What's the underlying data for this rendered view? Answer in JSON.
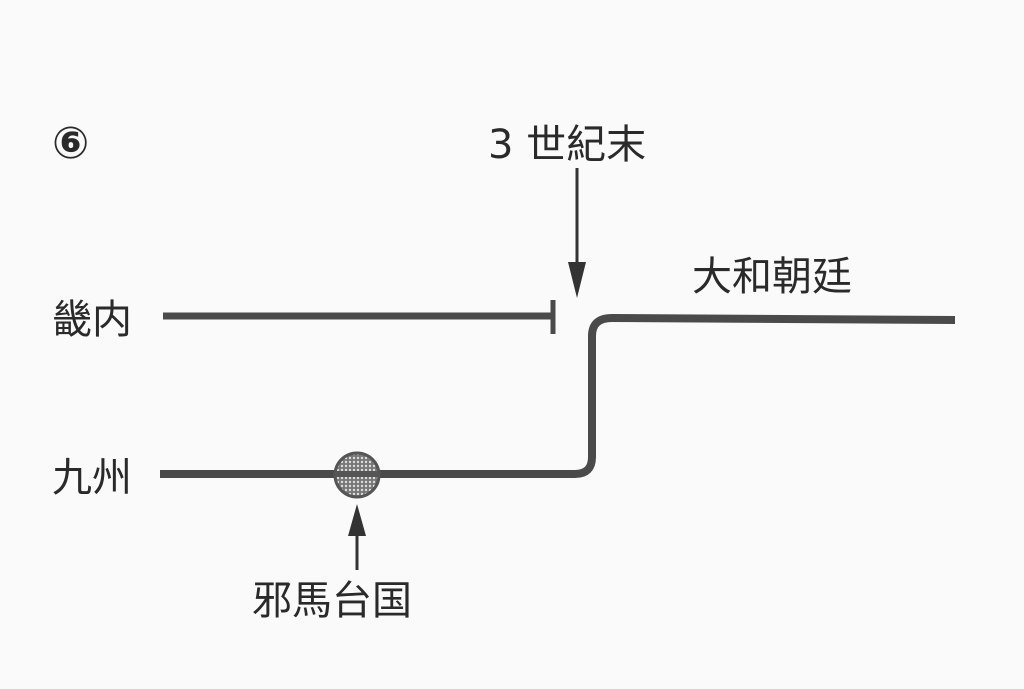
{
  "figure_number": "⑥",
  "time_label": "3 世紀末",
  "regions": {
    "kinai": "畿内",
    "kyushu": "九州"
  },
  "yamato_label": "大和朝廷",
  "yamatai_label": "邪馬台国",
  "colors": {
    "line": "#4a4a4a",
    "text": "#2a2a2a",
    "background": "#fafafa"
  }
}
